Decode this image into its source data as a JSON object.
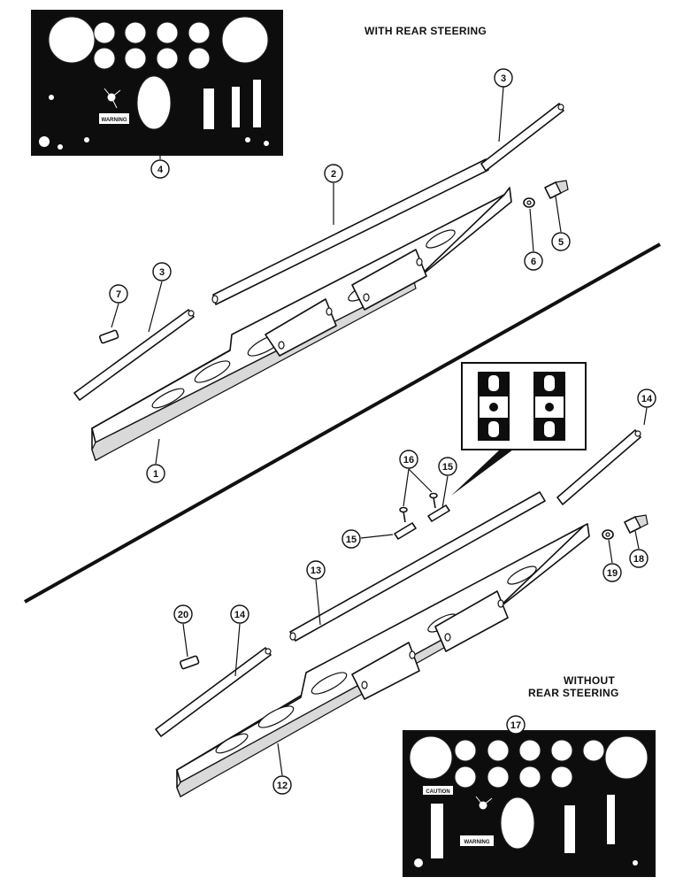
{
  "headings": {
    "top": "WITH REAR STEERING",
    "bottom_line1": "WITHOUT",
    "bottom_line2": "REAR STEERING"
  },
  "callouts": {
    "c1": "1",
    "c2": "2",
    "c3a": "3",
    "c3b": "3",
    "c4": "4",
    "c5": "5",
    "c6": "6",
    "c7": "7",
    "c12": "12",
    "c13": "13",
    "c14a": "14",
    "c14b": "14",
    "c15a": "15",
    "c15b": "15",
    "c16": "16",
    "c17": "17",
    "c18": "18",
    "c19": "19",
    "c20": "20"
  },
  "panel_labels": {
    "warning": "WARNING",
    "caution": "CAUTION"
  }
}
